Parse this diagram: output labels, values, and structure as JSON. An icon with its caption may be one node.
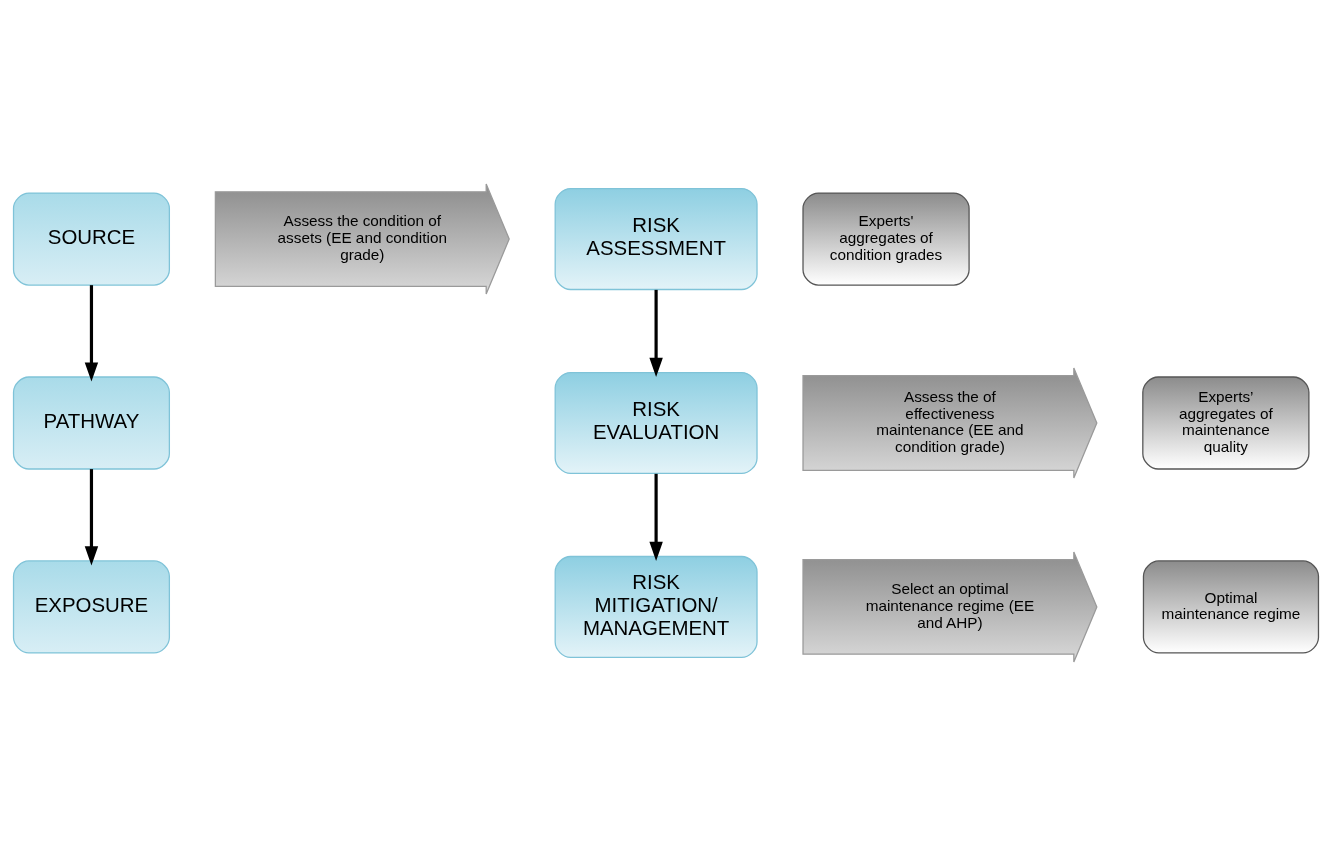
{
  "diagram": {
    "nodes": [
      {
        "text": [
          "SOURCE"
        ]
      },
      {
        "text": [
          "Assess the condition of assets (EE and condition grade)"
        ]
      },
      {
        "text": [
          "RISK ASSESSMENT"
        ]
      },
      {
        "text": [
          "Experts' aggregates of condition grades"
        ]
      },
      {
        "text": [
          "PATHWAY"
        ]
      },
      {
        "text": [
          "Assess the of effectiveness maintenance (EE and condition grade)"
        ]
      },
      {
        "text": [
          "RISK EVALUATION"
        ]
      },
      {
        "text": [
          "Experts’ aggregates of maintenance quality"
        ]
      },
      {
        "text": [
          "EXPOSURE"
        ]
      },
      {
        "text": [
          "Select an optimal maintenance regime (EE and AHP)"
        ]
      },
      {
        "text": [
          "RISK MITIGATION/ MANAGEMENT"
        ]
      },
      {
        "text": [
          "Optimal maintenance regime"
        ]
      }
    ],
    "edges": [
      {
        "from": 0,
        "to": 4,
        "arrow": "to"
      },
      {
        "from": 4,
        "to": 8,
        "arrow": "to"
      },
      {
        "from": 2,
        "to": 6,
        "arrow": "to"
      },
      {
        "from": 6,
        "to": 10,
        "arrow": "to"
      }
    ]
  }
}
